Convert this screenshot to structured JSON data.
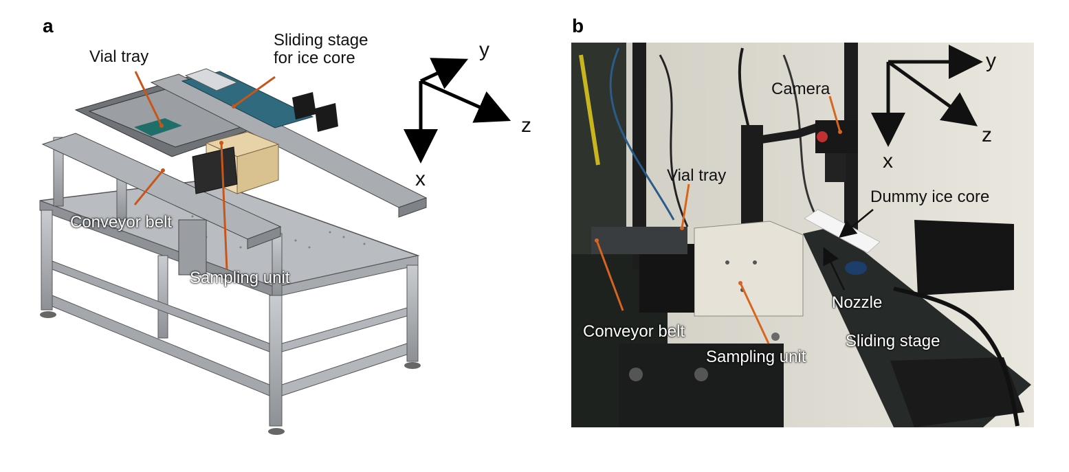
{
  "panel_a": {
    "letter": "a",
    "labels": {
      "vial_tray": "Vial tray",
      "sliding_stage_line1": "Sliding stage",
      "sliding_stage_line2": "for ice core",
      "conveyor_belt": "Conveyor belt",
      "sampling_unit": "Sampling unit"
    },
    "axes": {
      "x": "x",
      "y": "y",
      "z": "z"
    }
  },
  "panel_b": {
    "letter": "b",
    "labels": {
      "camera": "Camera",
      "vial_tray": "Vial tray",
      "dummy_ice_core": "Dummy ice core",
      "conveyor_belt": "Conveyor belt",
      "nozzle": "Nozzle",
      "sampling_unit": "Sampling unit",
      "sliding_stage": "Sliding stage"
    },
    "axes": {
      "x": "x",
      "y": "y",
      "z": "z"
    }
  },
  "colors": {
    "leader_line": "#c8561a",
    "frame_metal": "#9a9ea4",
    "photo_bg": "#d8d6cc"
  }
}
